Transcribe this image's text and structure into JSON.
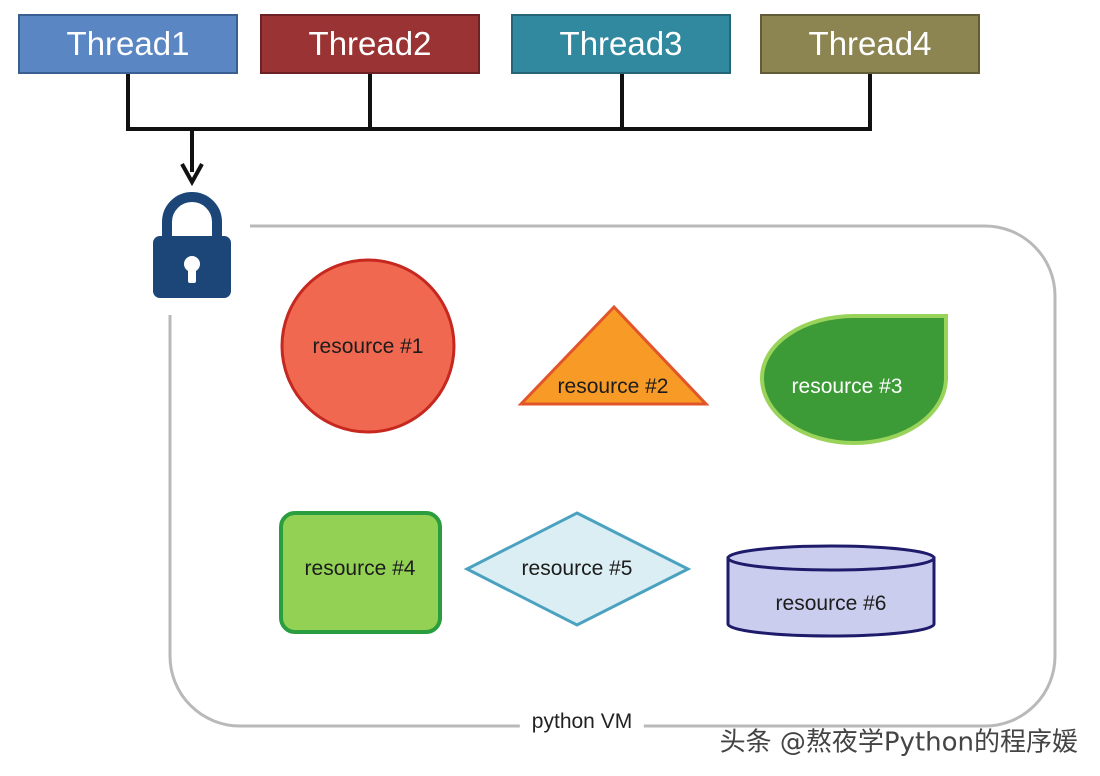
{
  "threads": [
    {
      "label": "Thread1",
      "color": "#5b86c4"
    },
    {
      "label": "Thread2",
      "color": "#9a3334"
    },
    {
      "label": "Thread3",
      "color": "#31899f"
    },
    {
      "label": "Thread4",
      "color": "#8c8451"
    }
  ],
  "lock": {
    "icon": "padlock-icon",
    "color": "#1c4677"
  },
  "container": {
    "label": "python VM"
  },
  "resources": [
    {
      "label": "resource #1",
      "shape": "circle",
      "fill": "#f0684f",
      "stroke": "#c6271f"
    },
    {
      "label": "resource #2",
      "shape": "triangle",
      "fill": "#f79a26",
      "stroke": "#e2552a"
    },
    {
      "label": "resource #3",
      "shape": "leaf",
      "fill": "#3c9a37",
      "stroke": "#9ad35a"
    },
    {
      "label": "resource #4",
      "shape": "rounded-rectangle",
      "fill": "#93d154",
      "stroke": "#2a9d3f"
    },
    {
      "label": "resource #5",
      "shape": "diamond",
      "fill": "#dbeef3",
      "stroke": "#4aa2c0"
    },
    {
      "label": "resource #6",
      "shape": "cylinder",
      "fill": "#cbcdee",
      "stroke": "#1d1b6a"
    }
  ],
  "watermark": "头条 @熬夜学Python的程序媛"
}
